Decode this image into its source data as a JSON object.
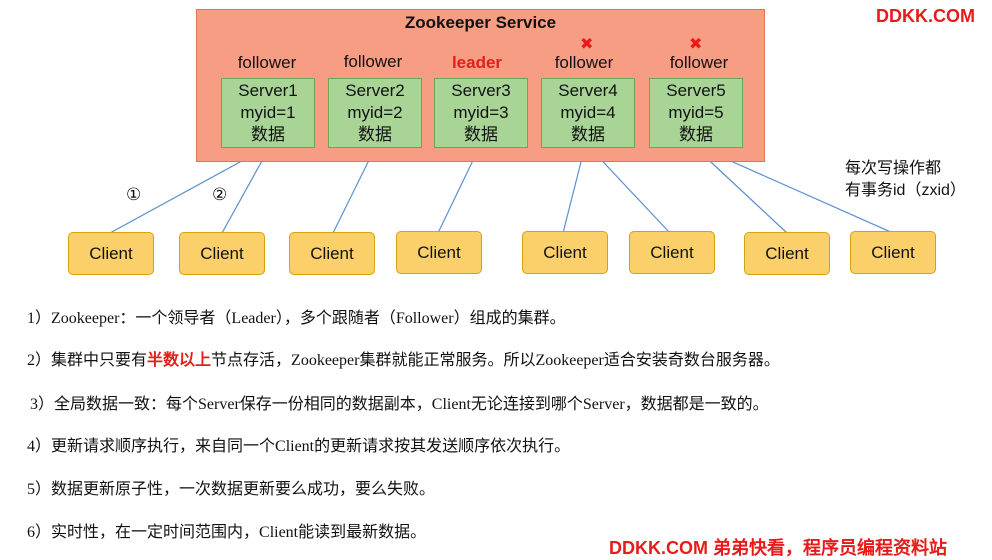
{
  "brand_top": "DDKK.COM",
  "brand_bottom": "DDKK.COM 弟弟快看，程序员编程资料站",
  "service": {
    "title": "Zookeeper Service",
    "servers": [
      {
        "role": "follower",
        "name": "Server1",
        "myid": "myid=1",
        "data": "数据",
        "failed": false
      },
      {
        "role": "follower",
        "name": "Server2",
        "myid": "myid=2",
        "data": "数据",
        "failed": false
      },
      {
        "role": "leader",
        "name": "Server3",
        "myid": "myid=3",
        "data": "数据",
        "failed": false
      },
      {
        "role": "follower",
        "name": "Server4",
        "myid": "myid=4",
        "data": "数据",
        "failed": true
      },
      {
        "role": "follower",
        "name": "Server5",
        "myid": "myid=5",
        "data": "数据",
        "failed": true
      }
    ],
    "fail_mark": "✖"
  },
  "clients": [
    "Client",
    "Client",
    "Client",
    "Client",
    "Client",
    "Client",
    "Client",
    "Client"
  ],
  "step_labels": [
    "①",
    "②"
  ],
  "zxid_note": [
    "每次写操作都",
    "有事务id（zxid）"
  ],
  "points": [
    {
      "prefix": "1）",
      "text": "Zookeeper：一个领导者（Leader），多个跟随者（Follower）组成的集群。"
    },
    {
      "prefix": "2）",
      "pre": "集群中只要有",
      "highlight": "半数以上",
      "post": "节点存活，Zookeeper集群就能正常服务。所以Zookeeper适合安装奇数台服务器。"
    },
    {
      "prefix": "3）",
      "text": "全局数据一致：每个Server保存一份相同的数据副本，Client无论连接到哪个Server，数据都是一致的。"
    },
    {
      "prefix": "4）",
      "text": "更新请求顺序执行，来自同一个Client的更新请求按其发送顺序依次执行。"
    },
    {
      "prefix": "5）",
      "text": "数据更新原子性，一次数据更新要么成功，要么失败。"
    },
    {
      "prefix": "6）",
      "text": "实时性，在一定时间范围内，Client能读到最新数据。"
    }
  ]
}
